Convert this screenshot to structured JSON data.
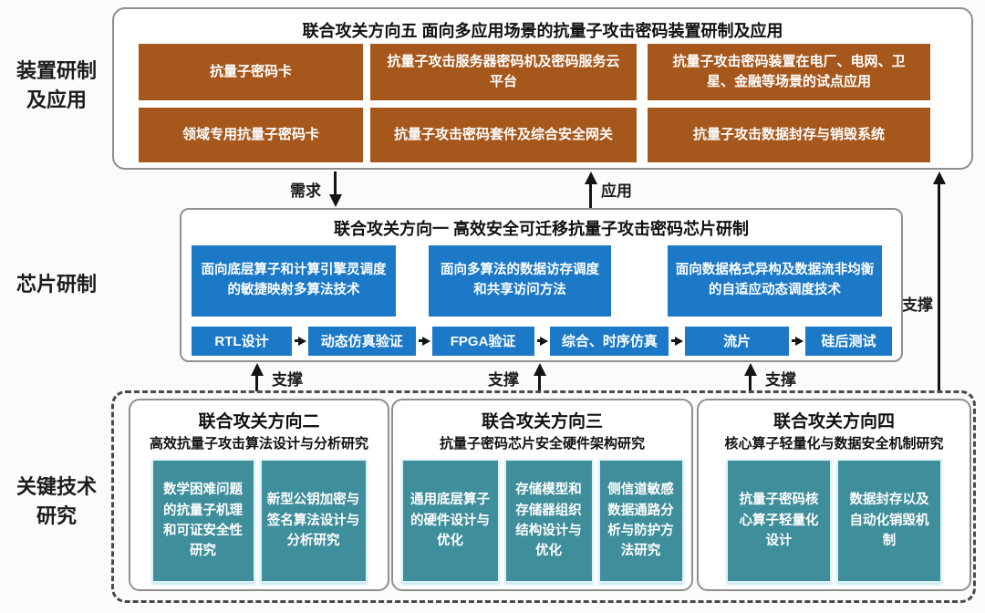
{
  "side_labels": {
    "device": [
      "装置研制",
      "及应用"
    ],
    "chip": "芯片研制",
    "research": [
      "关键技术",
      "研究"
    ]
  },
  "device_section": {
    "title": "联合攻关方向五 面向多应用场景的抗量子攻击密码装置研制及应用",
    "cells": [
      "抗量子密码卡",
      "抗量子攻击服务器密码机及密码服务云平台",
      "抗量子攻击密码装置在电厂、电网、卫星、金融等场景的试点应用",
      "领域专用抗量子密码卡",
      "抗量子攻击密码套件及综合安全网关",
      "抗量子攻击数据封存与销毁系统"
    ]
  },
  "chip_section": {
    "title": "联合攻关方向一 高效安全可迁移抗量子攻击密码芯片研制",
    "tech_cells": [
      "面向底层算子和计算引擎灵调度的敏捷映射多算法技术",
      "面向多算法的数据访存调度和共享访问方法",
      "面向数据格式异构及数据流非均衡的自适应动态调度技术"
    ],
    "flow_steps": [
      "RTL设计",
      "动态仿真验证",
      "FPGA验证",
      "综合、时序仿真",
      "流片",
      "硅后测试"
    ]
  },
  "research_section": {
    "groups": [
      {
        "title": "联合攻关方向二",
        "subtitle": "高效抗量子攻击算法设计与分析研究",
        "cells": [
          "数学困难问题的抗量子机理和可证安全性研究",
          "新型公钥加密与签名算法设计与分析研究"
        ]
      },
      {
        "title": "联合攻关方向三",
        "subtitle": "抗量子密码芯片安全硬件架构研究",
        "cells": [
          "通用底层算子的硬件设计与优化",
          "存储模型和存储器组织结构设计与优化",
          "侧信道敏感数据通路分析与防护方法研究"
        ]
      },
      {
        "title": "联合攻关方向四",
        "subtitle": "核心算子轻量化与数据安全机制研究",
        "cells": [
          "抗量子密码核心算子轻量化设计",
          "数据封存以及自动化销毁机制"
        ]
      }
    ]
  },
  "arrow_labels": {
    "demand": "需求",
    "apply": "应用",
    "support": "支撑"
  },
  "colors": {
    "device_cell": "#A6581C",
    "chip_cell": "#1B79C7",
    "research_cell": "#3E8E9B",
    "box_border": "#8F8F8F",
    "arrow": "#141414"
  }
}
